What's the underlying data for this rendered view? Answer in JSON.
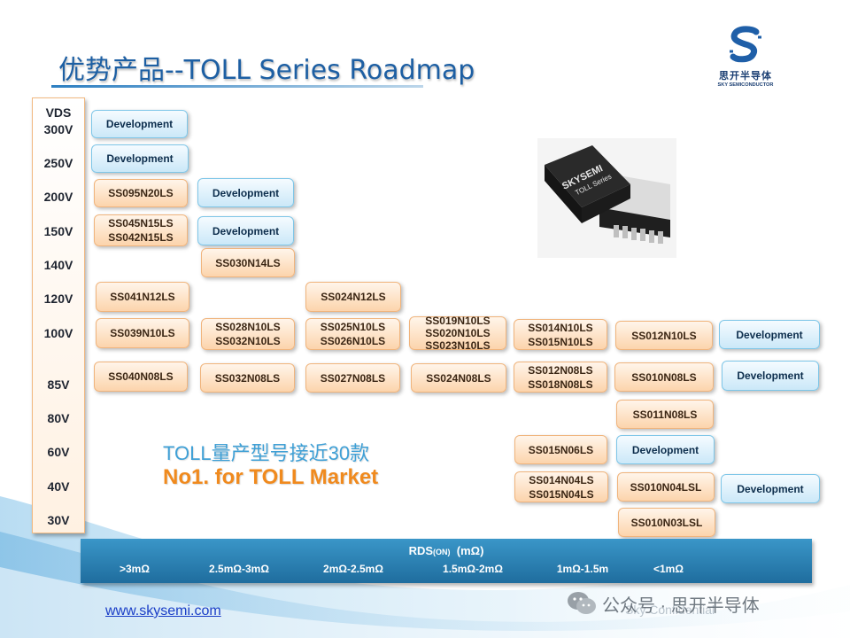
{
  "title": "优势产品--TOLL Series Roadmap",
  "logo": {
    "cn": "思开半导体",
    "en": "SKY SEMICONDUCTOR"
  },
  "vds": {
    "header": "VDS",
    "levels": [
      "300V",
      "250V",
      "200V",
      "150V",
      "140V",
      "120V",
      "100V",
      "85V",
      "80V",
      "60V",
      "40V",
      "30V"
    ]
  },
  "products": {
    "dev_300": "Development",
    "dev_250": "Development",
    "ss095n20ls": "SS095N20LS",
    "dev_200": "Development",
    "ss045n15ls": "SS045N15LS",
    "ss042n15ls": "SS042N15LS",
    "dev_150": "Development",
    "ss030n14ls": "SS030N14LS",
    "ss041n12ls": "SS041N12LS",
    "ss024n12ls": "SS024N12LS",
    "ss039n10ls": "SS039N10LS",
    "ss028n10ls": "SS028N10LS",
    "ss032n10ls": "SS032N10LS",
    "ss025n10ls": "SS025N10LS",
    "ss026n10ls": "SS026N10LS",
    "ss019n10ls": "SS019N10LS",
    "ss020n10ls": "SS020N10LS",
    "ss023n10ls": "SS023N10LS",
    "ss014n10ls": "SS014N10LS",
    "ss015n10ls": "SS015N10LS",
    "ss012n10ls": "SS012N10LS",
    "dev_100": "Development",
    "ss040n08ls": "SS040N08LS",
    "ss032n08ls": "SS032N08LS",
    "ss027n08ls": "SS027N08LS",
    "ss024n08ls": "SS024N08LS",
    "ss012n08ls": "SS012N08LS",
    "ss018n08ls": "SS018N08LS",
    "ss010n08ls": "SS010N08LS",
    "dev_85": "Development",
    "ss011n08ls": "SS011N08LS",
    "ss015n06ls": "SS015N06LS",
    "dev_60": "Development",
    "ss014n04ls": "SS014N04LS",
    "ss015n04ls": "SS015N04LS",
    "ss010n04lsl": "SS010N04LSL",
    "dev_40": "Development",
    "ss010n03lsl": "SS010N03LSL"
  },
  "package_label": {
    "brand": "SKYSEMI",
    "series": "TOLL Series"
  },
  "slogan": {
    "line1": "TOLL量产型号接近30款",
    "line2": "No1. for TOLL Market"
  },
  "rds": {
    "title_main": "RDS",
    "title_sub": "(ON)",
    "title_unit": "(mΩ)",
    "ranges": [
      ">3mΩ",
      "2.5mΩ-3mΩ",
      "2mΩ-2.5mΩ",
      "1.5mΩ-2mΩ",
      "1mΩ-1.5m",
      "<1mΩ"
    ]
  },
  "footer": {
    "link": "www.skysemi.com",
    "confidential": "Sky Confidential",
    "watermark": "公众号 · 思开半导体"
  },
  "colors": {
    "title": "#1d5fa3",
    "orange_box": "#fcd4ac",
    "blue_box": "#cbe8f8",
    "rds_bar": "#2b82b6",
    "slogan_blue": "#3fa0d6",
    "slogan_orange": "#f08a1e"
  }
}
